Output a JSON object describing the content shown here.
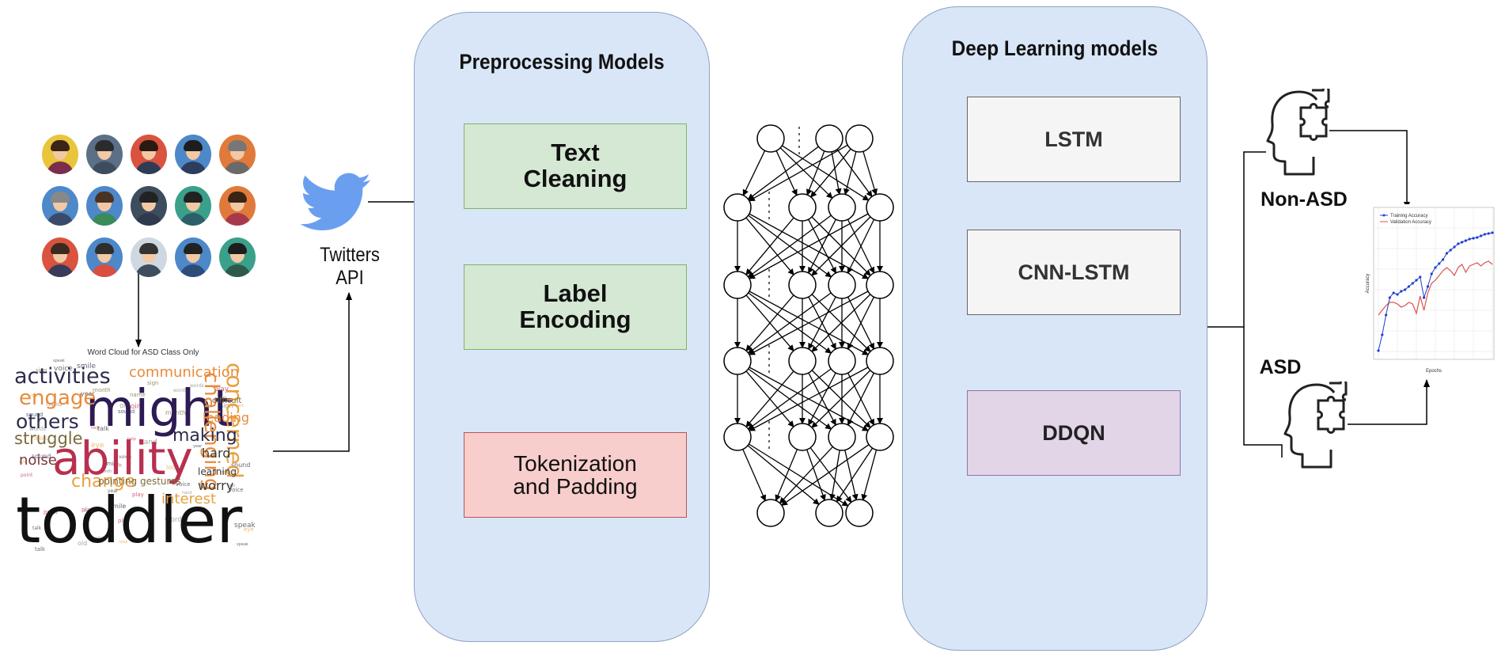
{
  "panels": {
    "preprocessing": {
      "title": "Preprocessing Models",
      "steps": [
        "Text\nCleaning",
        "Label\nEncoding",
        "Tokenization\nand Padding"
      ]
    },
    "deep_learning": {
      "title": "Deep Learning models",
      "models": [
        "LSTM",
        "CNN-LSTM",
        "DDQN"
      ]
    }
  },
  "twitter": {
    "label": "Twitters\nAPI",
    "icon": "twitter-bird-icon",
    "color": "#6a9ff0"
  },
  "word_cloud": {
    "title": "Word Cloud for ASD Class Only",
    "words": [
      "might",
      "ability",
      "toddler",
      "activities",
      "engage",
      "others",
      "struggle",
      "noise",
      "change",
      "communication",
      "concerned",
      "challenging",
      "making",
      "hard",
      "learning",
      "worry",
      "interest",
      "leading",
      "pointing gestures",
      "difficult"
    ]
  },
  "outputs": {
    "non_asd": "Non-ASD",
    "asd": "ASD"
  },
  "colors": {
    "panel_fill": "#d9e6f8",
    "green": "#d5e8d4",
    "pink": "#f8cecc",
    "gray": "#f5f5f5",
    "purple": "#e1d5e7",
    "training_series": "#1f3fcf",
    "validation_series": "#d9534f"
  },
  "accuracy_chart": {
    "legend": [
      "Training Accuracy",
      "Validation Accuracy"
    ],
    "xlabel": "Epochs",
    "ylabel": "Accuracy"
  }
}
